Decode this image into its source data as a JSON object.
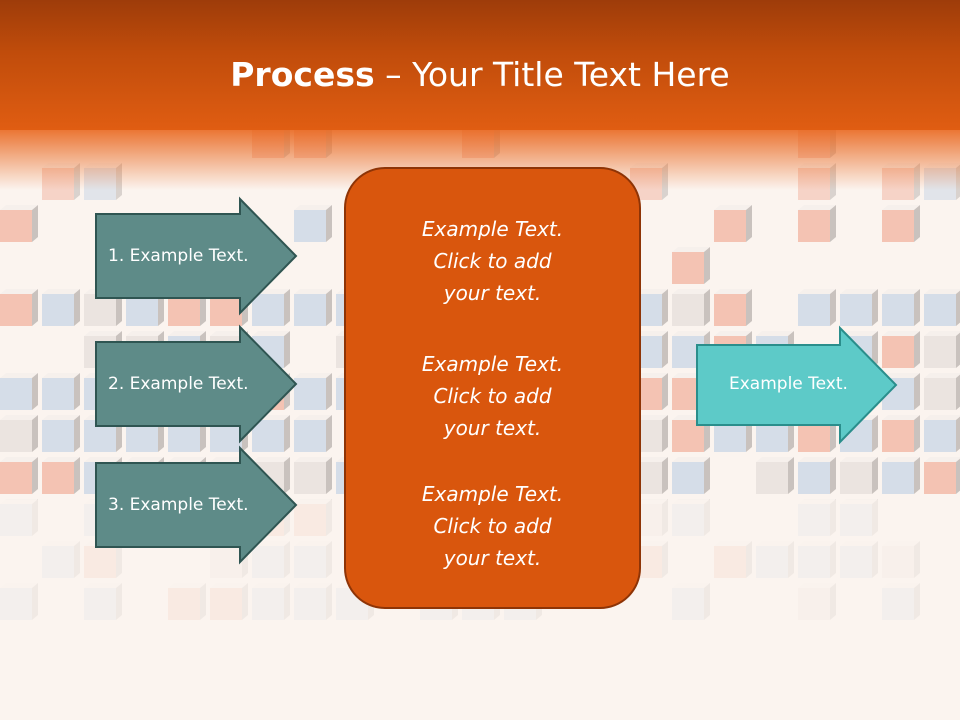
{
  "title": {
    "bold": "Process",
    "rest": " – Your Title Text Here"
  },
  "steps": [
    {
      "label": "1. Example Text."
    },
    {
      "label": "2. Example Text."
    },
    {
      "label": "3. Example Text."
    }
  ],
  "center": {
    "blocks": [
      {
        "line1": "Example Text.",
        "line2": "Click  to add",
        "line3": "your text."
      },
      {
        "line1": "Example Text.",
        "line2": "Click  to add",
        "line3": "your text."
      },
      {
        "line1": "Example Text.",
        "line2": "Click  to add",
        "line3": "your text."
      }
    ]
  },
  "output": {
    "label": "Example Text."
  },
  "colors": {
    "step_arrow": "#5e8b88",
    "center_box": "#d9560d",
    "output_arrow": "#5dcac8",
    "title_bar": "#d85a10"
  }
}
